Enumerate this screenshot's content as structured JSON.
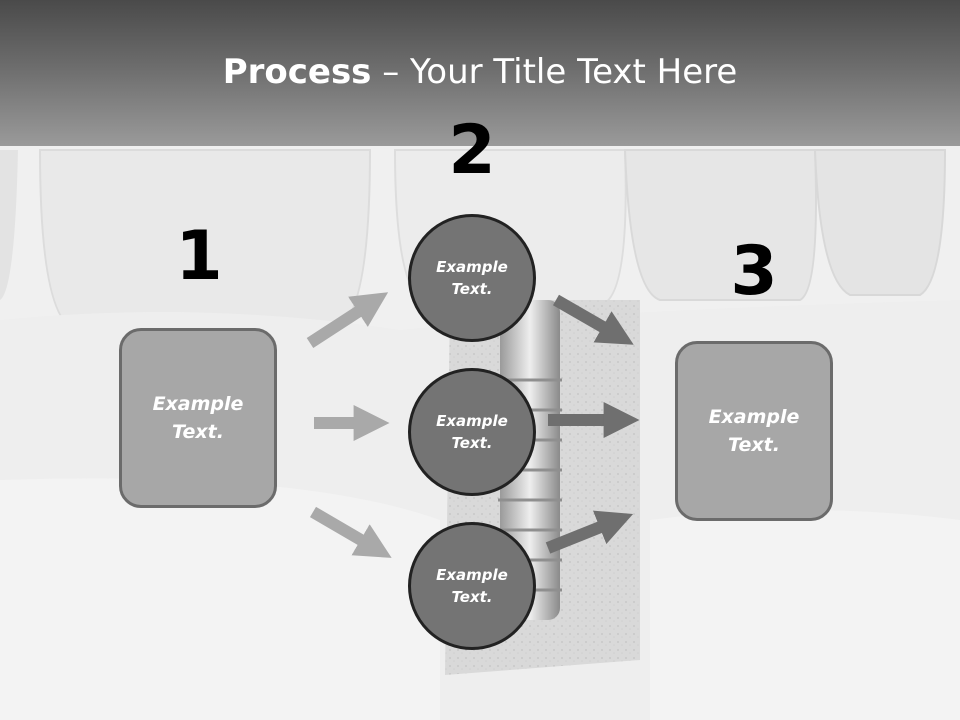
{
  "title": {
    "bold": "Process",
    "rest": " – Your Title Text Here"
  },
  "steps": [
    {
      "number": "1",
      "label": "Example\nText."
    },
    {
      "number": "2",
      "items": [
        "Example\nText.",
        "Example\nText.",
        "Example\nText."
      ]
    },
    {
      "number": "3",
      "label": "Example\nText."
    }
  ],
  "colors": {
    "header_dark": "#4a4a4a",
    "box_fill": "#a7a7a7",
    "circle_fill": "#747474",
    "arrow_light": "#a9a9a9",
    "arrow_dark": "#6f6f6f"
  }
}
